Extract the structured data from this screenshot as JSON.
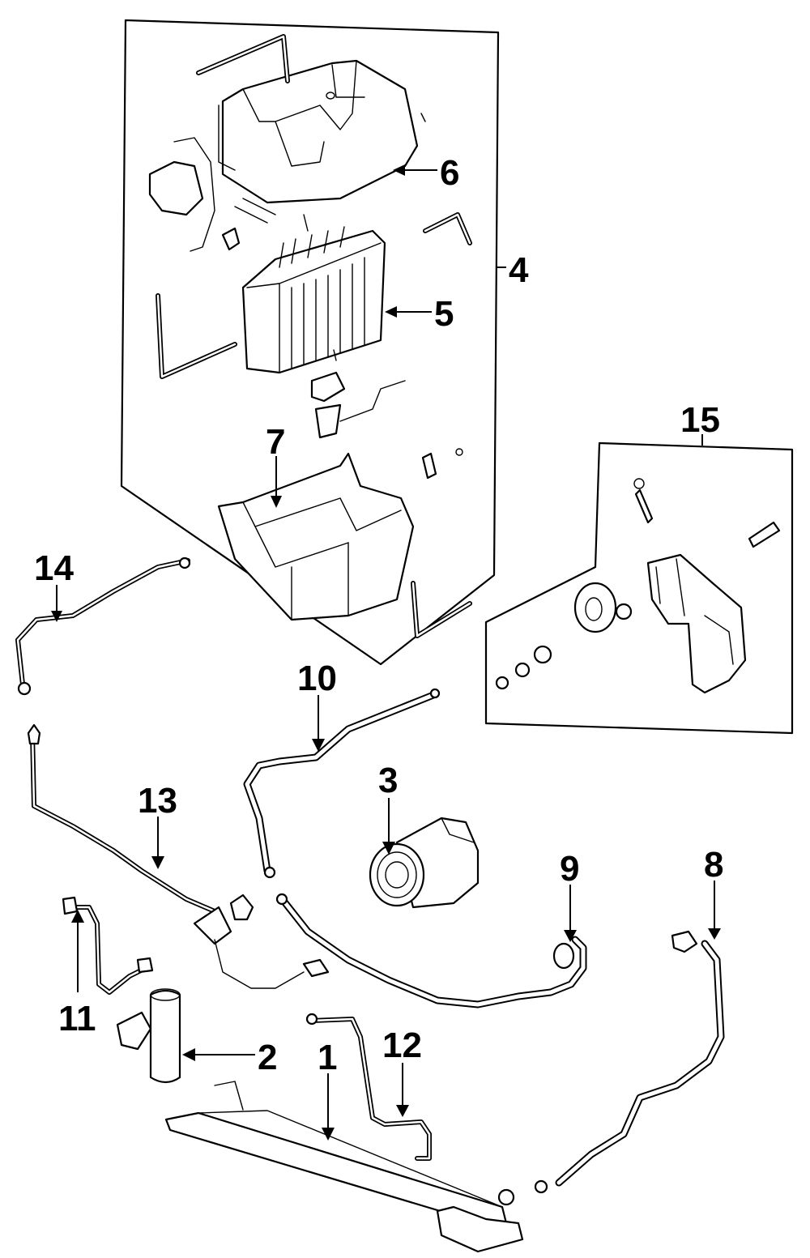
{
  "diagram": {
    "title": "A/C system exploded parts diagram",
    "background": "#ffffff",
    "ink": "#000000",
    "callouts": [
      {
        "id": "1",
        "label": "1",
        "part": "condenser"
      },
      {
        "id": "2",
        "label": "2",
        "part": "receiver-drier"
      },
      {
        "id": "3",
        "label": "3",
        "part": "compressor"
      },
      {
        "id": "4",
        "label": "4",
        "part": "evaporator-case-assembly"
      },
      {
        "id": "5",
        "label": "5",
        "part": "evaporator-core"
      },
      {
        "id": "6",
        "label": "6",
        "part": "upper-case"
      },
      {
        "id": "7",
        "label": "7",
        "part": "lower-case"
      },
      {
        "id": "8",
        "label": "8",
        "part": "discharge-hose"
      },
      {
        "id": "9",
        "label": "9",
        "part": "suction-hose"
      },
      {
        "id": "10",
        "label": "10",
        "part": "suction-hose-assembly"
      },
      {
        "id": "11",
        "label": "11",
        "part": "liquid-line"
      },
      {
        "id": "12",
        "label": "12",
        "part": "condenser-tube"
      },
      {
        "id": "13",
        "label": "13",
        "part": "liquid-line-with-switch"
      },
      {
        "id": "14",
        "label": "14",
        "part": "rear-line"
      },
      {
        "id": "15",
        "label": "15",
        "part": "idler-pulley-bracket-kit"
      }
    ]
  }
}
